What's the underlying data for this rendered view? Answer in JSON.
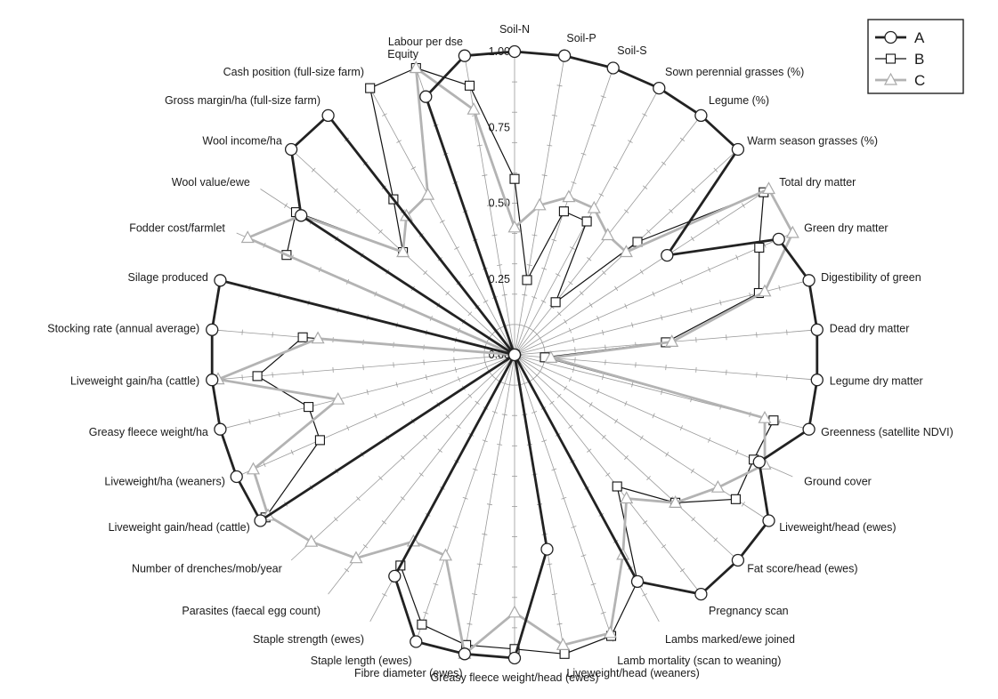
{
  "chart_data": {
    "type": "radar",
    "ylim": [
      0,
      1
    ],
    "ticks": [
      "0.00",
      "0.25",
      "0.50",
      "0.75",
      "1.00"
    ],
    "tick_values": [
      0,
      0.25,
      0.5,
      0.75,
      1.0
    ],
    "legend_placement": "top-right",
    "categories": [
      "Soil-N",
      "Soil-P",
      "Soil-S",
      "Sown perennial grasses (%)",
      "Legume (%)",
      "Warm season grasses (%)",
      "Total dry matter",
      "Green dry matter",
      "Digestibility of green",
      "Dead dry matter",
      "Legume dry matter",
      "Greenness (satellite NDVI)",
      "Ground cover",
      "Liveweight/head (ewes)",
      "Fat score/head (ewes)",
      "Pregnancy scan",
      "Lambs marked/ewe joined",
      "Lamb mortality (scan to weaning)",
      "Liveweight/head (weaners)",
      "Greasy fleece weight/head (ewes)",
      "Fibre diameter (ewes)",
      "Staple length (ewes)",
      "Staple strength (ewes)",
      "Parasites (faecal egg count)",
      "Number of drenches/mob/year",
      "Liveweight gain/head (cattle)",
      "Liveweight/ha (weaners)",
      "Greasy fleece weight/ha",
      "Liveweight gain/ha (cattle)",
      "Stocking rate (annual average)",
      "Silage produced",
      "Fodder cost/farmlet",
      "Wool value/ewe",
      "Wool income/ha",
      "Gross margin/ha (full-size farm)",
      "Cash position (full-size farm)",
      "Equity",
      "Labour per dse"
    ],
    "series": [
      {
        "name": "A",
        "color": "#222222",
        "marker": "circle",
        "values": [
          1.0,
          1.0,
          1.0,
          1.0,
          1.0,
          1.0,
          0.6,
          0.95,
          1.0,
          1.0,
          1.0,
          1.0,
          0.88,
          1.0,
          1.0,
          1.0,
          0.85,
          0.0,
          0.65,
          1.0,
          1.0,
          1.0,
          0.83,
          0.0,
          0.0,
          1.0,
          1.0,
          1.0,
          1.0,
          1.0,
          1.0,
          0.0,
          0.84,
          1.0,
          1.0,
          0.0,
          0.9,
          1.0
        ]
      },
      {
        "name": "B",
        "color": "#111111",
        "marker": "square",
        "values": [
          0.58,
          0.25,
          0.5,
          0.5,
          0.22,
          0.55,
          0.98,
          0.88,
          0.83,
          0.5,
          0.1,
          0.88,
          0.86,
          0.87,
          0.72,
          0.55,
          0.85,
          0.98,
          1.0,
          0.97,
          0.97,
          0.94,
          0.79,
          0.0,
          0.0,
          0.98,
          0.7,
          0.7,
          0.85,
          0.7,
          0.0,
          0.82,
          0.86,
          0.5,
          0.65,
          1.0,
          1.0,
          0.9
        ]
      },
      {
        "name": "C",
        "color": "#b3b3b3",
        "marker": "triangle",
        "values": [
          0.42,
          0.5,
          0.55,
          0.55,
          0.5,
          0.5,
          1.0,
          1.0,
          0.85,
          0.52,
          0.12,
          0.85,
          0.9,
          0.8,
          0.72,
          0.6,
          0.75,
          0.97,
          0.97,
          0.85,
          1.0,
          0.7,
          0.7,
          0.85,
          0.91,
          0.97,
          0.94,
          0.6,
          0.98,
          0.65,
          0.0,
          0.96,
          0.84,
          0.5,
          0.58,
          0.6,
          1.0,
          0.82
        ]
      }
    ]
  }
}
